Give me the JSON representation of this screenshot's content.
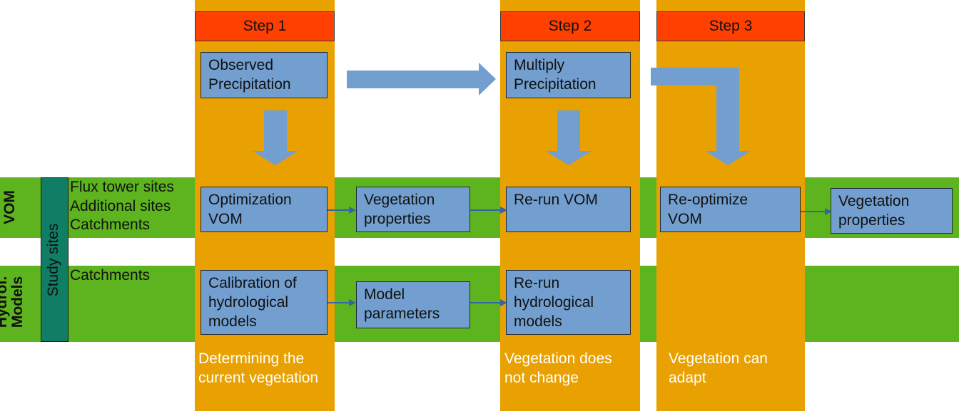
{
  "steps": [
    {
      "label": "Step 1",
      "note": "Determining the\ncurrent vegetation"
    },
    {
      "label": "Step 2",
      "note": "Vegetation does\nnot change"
    },
    {
      "label": "Step 3",
      "note": "Vegetation can\nadapt"
    }
  ],
  "rows": {
    "vom": {
      "label": "VOM",
      "sites": "Flux tower sites\nAdditional sites\nCatchments"
    },
    "hydrol": {
      "label": "Hydrol.\nModels",
      "sites": "Catchments"
    }
  },
  "study_sites": "Study sites",
  "boxes": {
    "observed_precip": "Observed\nPrecipitation",
    "multiply_precip": "Multiply\nPrecipitation",
    "optimization_vom": "Optimization\nVOM",
    "veg_props_1": "Vegetation\nproperties",
    "rerun_vom": "Re-run   VOM",
    "reoptimize_vom": "Re-optimize\nVOM",
    "veg_props_2": "Vegetation\nproperties",
    "calibration": "Calibration of\nhydrological\nmodels",
    "model_params": "Model\nparameters",
    "rerun_hydro": "Re-run\nhydrological\nmodels"
  },
  "colors": {
    "band_green": "#5db41e",
    "column_orange": "#e8a100",
    "step_red": "#ff4000",
    "box_blue": "#729fcf",
    "arrow_blue": "#729fcf",
    "study_teal": "#0f7e64",
    "link_dark_blue": "#3465a4"
  }
}
